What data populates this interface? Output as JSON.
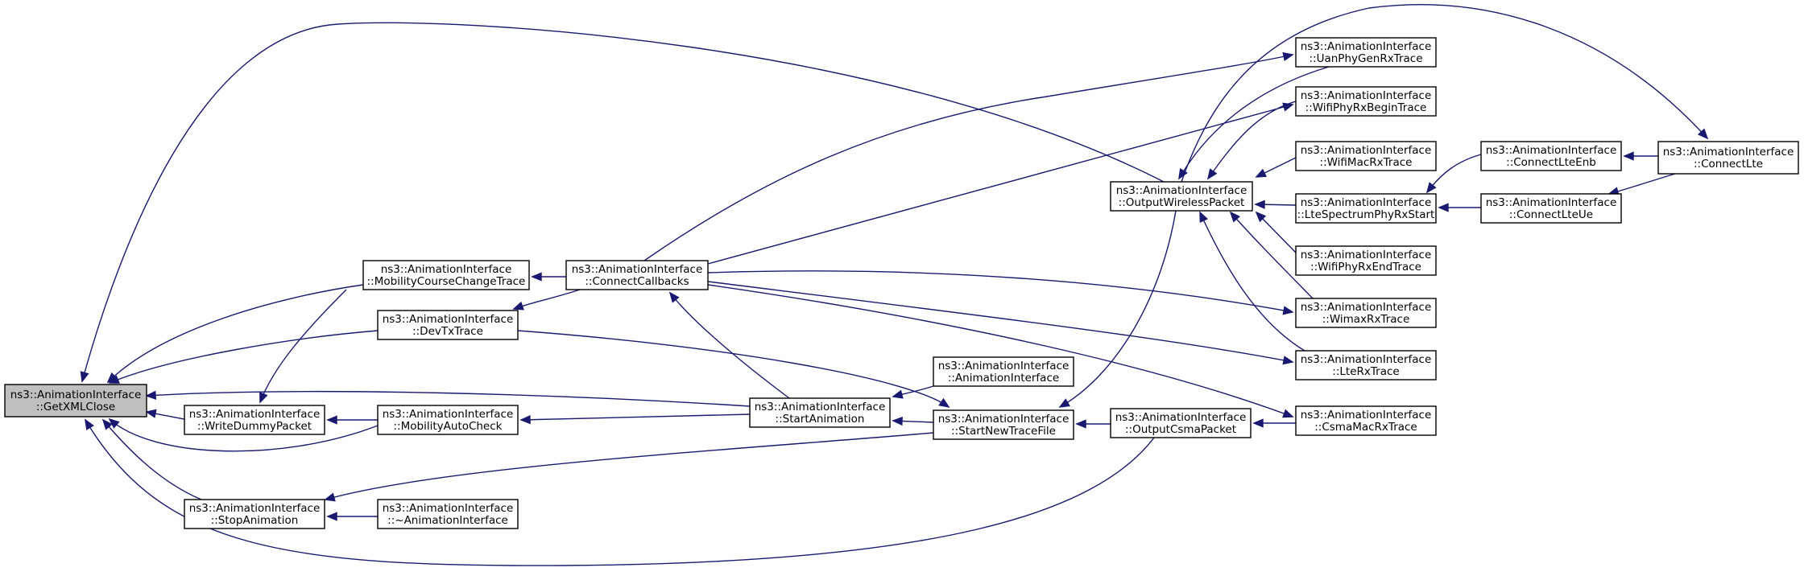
{
  "graph": {
    "line_color": "#191970",
    "root_fill": "#bfbfbf",
    "node_fill": "#ffffff",
    "nodes": [
      {
        "id": "getxml",
        "root": true,
        "line1": "ns3::AnimationInterface",
        "line2": "::GetXMLClose"
      },
      {
        "id": "mcct",
        "line1": "ns3::AnimationInterface",
        "line2": "::MobilityCourseChangeTrace"
      },
      {
        "id": "devtx",
        "line1": "ns3::AnimationInterface",
        "line2": "::DevTxTrace"
      },
      {
        "id": "wdp",
        "line1": "ns3::AnimationInterface",
        "line2": "::WriteDummyPacket"
      },
      {
        "id": "mac",
        "line1": "ns3::AnimationInterface",
        "line2": "::MobilityAutoCheck"
      },
      {
        "id": "stopanim",
        "line1": "ns3::AnimationInterface",
        "line2": "::StopAnimation"
      },
      {
        "id": "dtor",
        "line1": "ns3::AnimationInterface",
        "line2": "::~AnimationInterface"
      },
      {
        "id": "cc",
        "line1": "ns3::AnimationInterface",
        "line2": "::ConnectCallbacks"
      },
      {
        "id": "startanim",
        "line1": "ns3::AnimationInterface",
        "line2": "::StartAnimation"
      },
      {
        "id": "ctor",
        "line1": "ns3::AnimationInterface",
        "line2": "::AnimationInterface"
      },
      {
        "id": "sntf",
        "line1": "ns3::AnimationInterface",
        "line2": "::StartNewTraceFile"
      },
      {
        "id": "owp",
        "line1": "ns3::AnimationInterface",
        "line2": "::OutputWirelessPacket"
      },
      {
        "id": "ocp",
        "line1": "ns3::AnimationInterface",
        "line2": "::OutputCsmaPacket"
      },
      {
        "id": "uan",
        "line1": "ns3::AnimationInterface",
        "line2": "::UanPhyGenRxTrace"
      },
      {
        "id": "wifibegin",
        "line1": "ns3::AnimationInterface",
        "line2": "::WifiPhyRxBeginTrace"
      },
      {
        "id": "wifimac",
        "line1": "ns3::AnimationInterface",
        "line2": "::WifiMacRxTrace"
      },
      {
        "id": "ltespec",
        "line1": "ns3::AnimationInterface",
        "line2": "::LteSpectrumPhyRxStart"
      },
      {
        "id": "wifiend",
        "line1": "ns3::AnimationInterface",
        "line2": "::WifiPhyRxEndTrace"
      },
      {
        "id": "wimax",
        "line1": "ns3::AnimationInterface",
        "line2": "::WimaxRxTrace"
      },
      {
        "id": "lterx",
        "line1": "ns3::AnimationInterface",
        "line2": "::LteRxTrace"
      },
      {
        "id": "csmamac",
        "line1": "ns3::AnimationInterface",
        "line2": "::CsmaMacRxTrace"
      },
      {
        "id": "enb",
        "line1": "ns3::AnimationInterface",
        "line2": "::ConnectLteEnb"
      },
      {
        "id": "ue",
        "line1": "ns3::AnimationInterface",
        "line2": "::ConnectLteUe"
      },
      {
        "id": "lte",
        "line1": "ns3::AnimationInterface",
        "line2": "::ConnectLte"
      }
    ],
    "edges": [
      {
        "from": "mcct",
        "to": "getxml"
      },
      {
        "from": "devtx",
        "to": "getxml"
      },
      {
        "from": "wdp",
        "to": "getxml"
      },
      {
        "from": "mac",
        "to": "getxml"
      },
      {
        "from": "stopanim",
        "to": "getxml"
      },
      {
        "from": "startanim",
        "to": "getxml"
      },
      {
        "from": "owp",
        "to": "getxml"
      },
      {
        "from": "ocp",
        "to": "getxml"
      },
      {
        "from": "mcct",
        "to": "wdp"
      },
      {
        "from": "mac",
        "to": "wdp"
      },
      {
        "from": "startanim",
        "to": "mac"
      },
      {
        "from": "dtor",
        "to": "stopanim"
      },
      {
        "from": "sntf",
        "to": "stopanim"
      },
      {
        "from": "cc",
        "to": "mcct"
      },
      {
        "from": "cc",
        "to": "devtx"
      },
      {
        "from": "startanim",
        "to": "cc"
      },
      {
        "from": "ctor",
        "to": "startanim"
      },
      {
        "from": "sntf",
        "to": "startanim"
      },
      {
        "from": "devtx",
        "to": "sntf"
      },
      {
        "from": "owp",
        "to": "sntf"
      },
      {
        "from": "ocp",
        "to": "sntf"
      },
      {
        "from": "cc",
        "to": "uan"
      },
      {
        "from": "cc",
        "to": "wifibegin"
      },
      {
        "from": "cc",
        "to": "wimax"
      },
      {
        "from": "cc",
        "to": "lterx"
      },
      {
        "from": "cc",
        "to": "csmamac"
      },
      {
        "from": "uan",
        "to": "owp"
      },
      {
        "from": "wifibegin",
        "to": "owp"
      },
      {
        "from": "wifimac",
        "to": "owp"
      },
      {
        "from": "ltespec",
        "to": "owp"
      },
      {
        "from": "wifiend",
        "to": "owp"
      },
      {
        "from": "wimax",
        "to": "owp"
      },
      {
        "from": "lterx",
        "to": "owp"
      },
      {
        "from": "csmamac",
        "to": "ocp"
      },
      {
        "from": "enb",
        "to": "ltespec"
      },
      {
        "from": "ue",
        "to": "ltespec"
      },
      {
        "from": "lte",
        "to": "enb"
      },
      {
        "from": "lte",
        "to": "ue"
      },
      {
        "from": "lte",
        "to": "owp"
      }
    ]
  }
}
